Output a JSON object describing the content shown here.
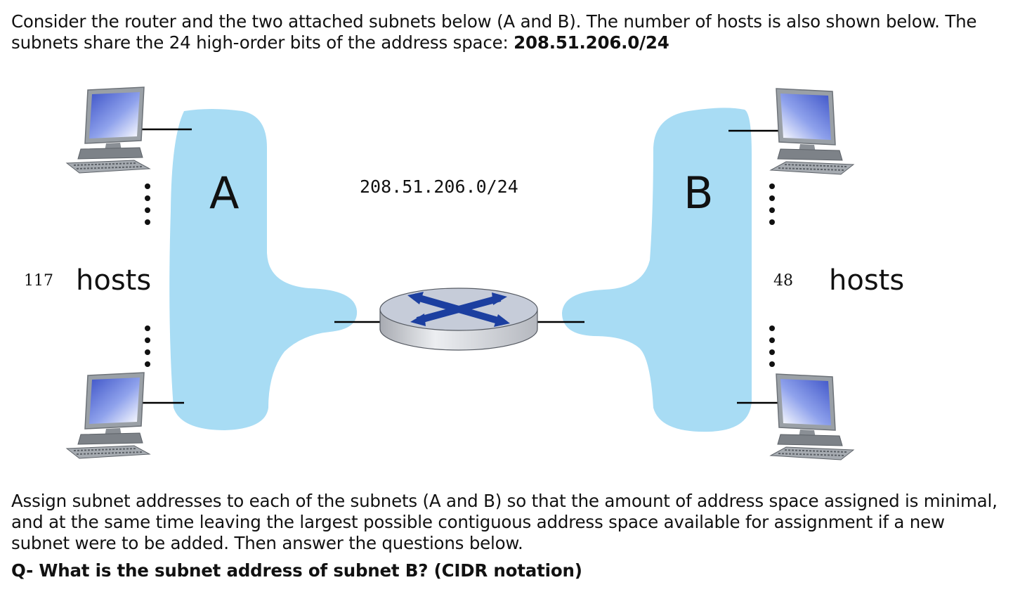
{
  "intro": {
    "text": "Consider the router and the two attached subnets below (A and B). The number of hosts is also shown below. The subnets share the 24 high-order bits of the address space: ",
    "address": "208.51.206.0/24"
  },
  "diagram": {
    "subnet_a_label": "A",
    "subnet_b_label": "B",
    "network_address": "208.51.206.0/24",
    "subnet_a_host_count": "117",
    "subnet_a_hosts_word": "hosts",
    "subnet_b_host_count": "48",
    "subnet_b_hosts_word": "hosts",
    "colors": {
      "subnet_fill": "#a8dcf4",
      "router_body": "#d8dade",
      "router_top": "#c3c9d6",
      "router_arrows": "#1c3fa0",
      "monitor_screen": "#6a7fd8",
      "link_line": "#000000"
    },
    "icons": [
      "desktop-computer-icon",
      "router-icon",
      "vertical-ellipsis-icon"
    ]
  },
  "instructions": "Assign subnet addresses to each of the subnets (A and B) so that the amount of address space assigned is minimal, and at the same time leaving the largest possible contiguous address space available for assignment if a new subnet were to be added. Then answer the questions below.",
  "question": "Q- What is the subnet address of subnet B? (CIDR notation)"
}
